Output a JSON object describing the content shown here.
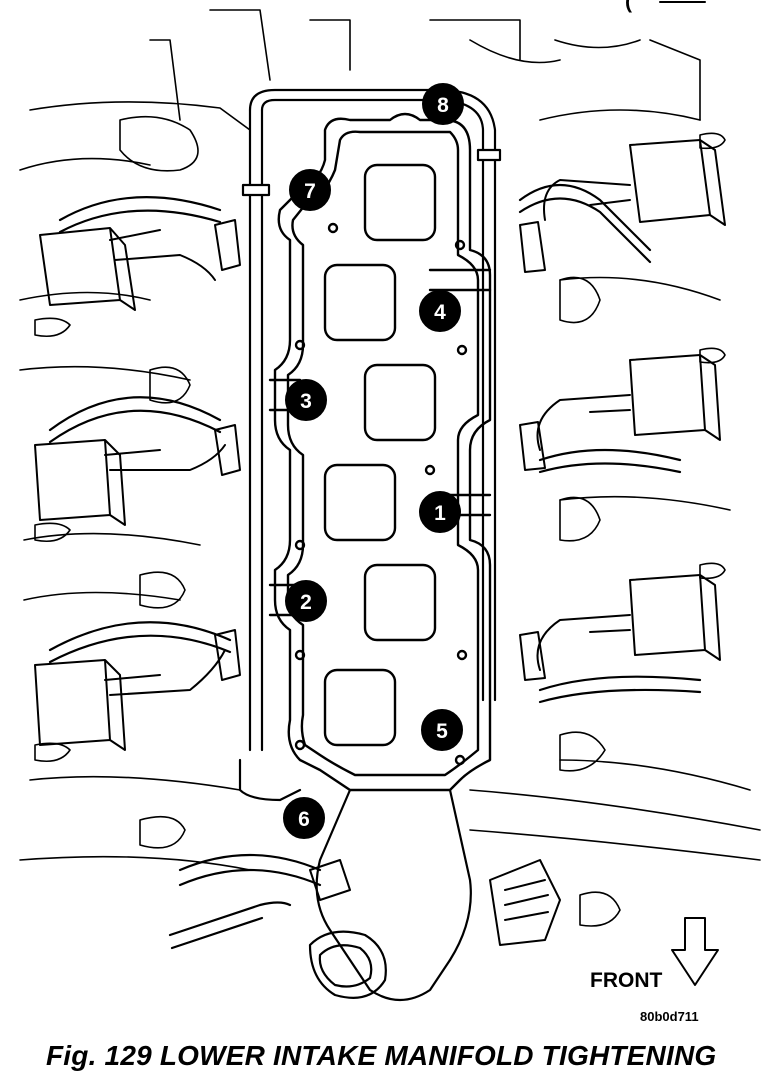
{
  "header_fragment": "(",
  "bolt_sequence": [
    {
      "number": "1"
    },
    {
      "number": "2"
    },
    {
      "number": "3"
    },
    {
      "number": "4"
    },
    {
      "number": "5"
    },
    {
      "number": "6"
    },
    {
      "number": "7"
    },
    {
      "number": "8"
    }
  ],
  "front_label": "FRONT",
  "figure_code": "80b0d711",
  "caption": "Fig. 129 LOWER INTAKE MANIFOLD TIGHTENING",
  "colors": {
    "ink": "#000000",
    "paper": "#ffffff"
  }
}
